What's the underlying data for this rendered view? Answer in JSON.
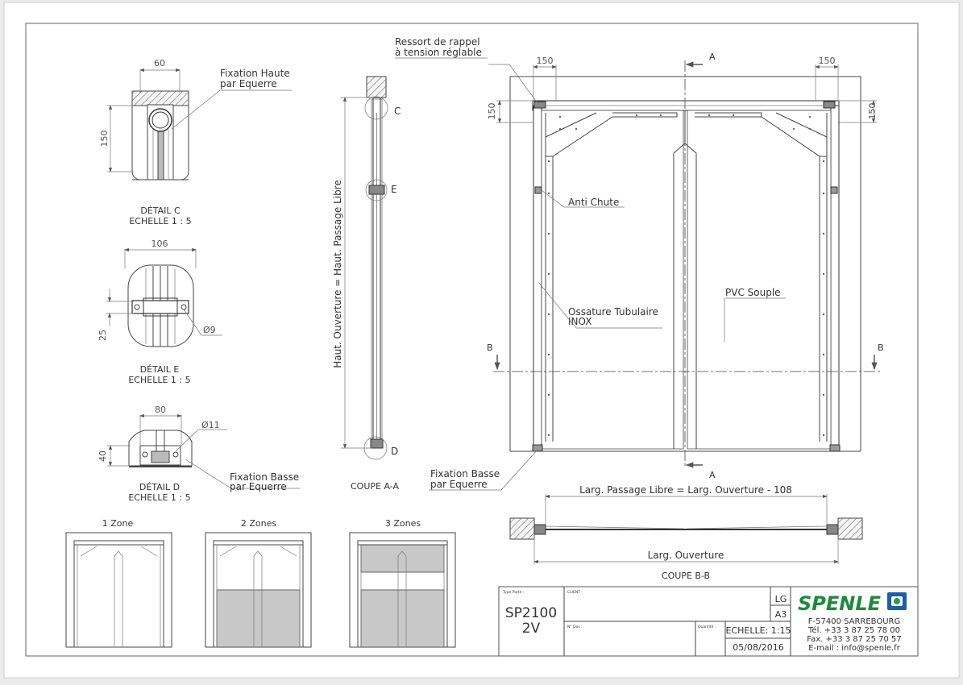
{
  "detail_c": {
    "title": "DÉTAIL C",
    "scale": "ECHELLE 1 : 5",
    "dim_w": "60",
    "dim_h": "150",
    "callout": "Fixation Haute",
    "callout2": "par Equerre"
  },
  "detail_e": {
    "title": "DÉTAIL E",
    "scale": "ECHELLE 1 : 5",
    "dim_w": "106",
    "dim_h": "25",
    "diam": "Ø9"
  },
  "detail_d": {
    "title": "DÉTAIL D",
    "scale": "ECHELLE 1 : 5",
    "dim_w": "80",
    "dim_h": "40",
    "diam": "Ø11",
    "callout": "Fixation Basse",
    "callout2": "par Equerre"
  },
  "coupe_aa": {
    "title": "COUPE A-A",
    "vertical_label": "Haut. Ouverture = Haut. Passage Libre",
    "markers": [
      "C",
      "E",
      "D"
    ]
  },
  "front": {
    "ressort1": "Ressort de rappel",
    "ressort2": "à tension réglable",
    "dim_top_left": "150",
    "dim_top_right": "150",
    "dim_side_left": "150",
    "dim_side_right": "150",
    "anti_chute": "Anti Chute",
    "ossature1": "Ossature Tubulaire",
    "ossature2": "INOX",
    "pvc": "PVC Souple",
    "fix_basse1": "Fixation Basse",
    "fix_basse2": "par Equerre",
    "section_a": "A",
    "section_b": "B"
  },
  "coupe_bb": {
    "title": "COUPE B-B",
    "dim_passage": "Larg. Passage Libre = Larg. Ouverture - 108",
    "dim_ouverture": "Larg. Ouverture"
  },
  "zones": [
    {
      "label": "1 Zone"
    },
    {
      "label": "2 Zones"
    },
    {
      "label": "3 Zones"
    }
  ],
  "title_block": {
    "type_porte_label": "Type Porte :",
    "type_porte_1": "SP2100",
    "type_porte_2": "2V",
    "client_label": "CLIENT :",
    "dos_label": "N° Dos :",
    "quantite_label": "Quantité :",
    "lg": "LG",
    "a3": "A3",
    "echelle": "ECHELLE: 1:15",
    "date": "05/08/2016",
    "brand": "SPENLE",
    "addr1": "F-57400 SARREBOURG",
    "addr2": "Tél. +33 3 87 25 78 00",
    "addr3": "Fax. +33 3 87 25 70 57",
    "addr4": "E-mail : info@spenle.fr"
  }
}
